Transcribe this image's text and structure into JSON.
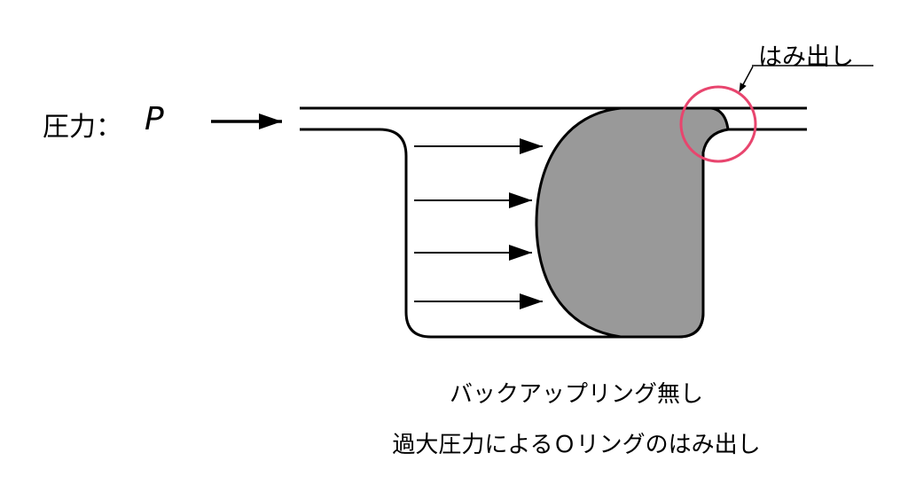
{
  "labels": {
    "pressure": "圧力：",
    "pressure_symbol": "P",
    "extrusion": "はみ出し"
  },
  "caption": {
    "line1": "バックアップリング無し",
    "line2": "過大圧力によるＯリングのはみ出し"
  },
  "colors": {
    "oring_fill": "#999999",
    "highlight_circle": "#e8456e",
    "stroke": "#000000"
  }
}
